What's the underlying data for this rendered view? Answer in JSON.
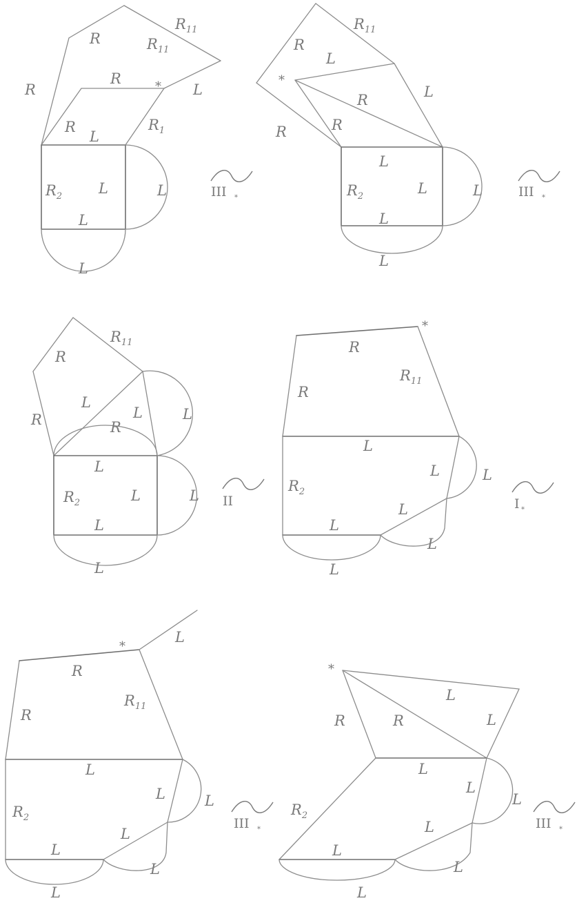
{
  "labels": {
    "R": "R",
    "L": "L",
    "R_base": "R",
    "sub_1": "1",
    "sub_2": "2",
    "sub_11": "11",
    "star": "*"
  },
  "moves": {
    "III": "III",
    "II": "II",
    "I": "I",
    "star_sub": "*"
  }
}
